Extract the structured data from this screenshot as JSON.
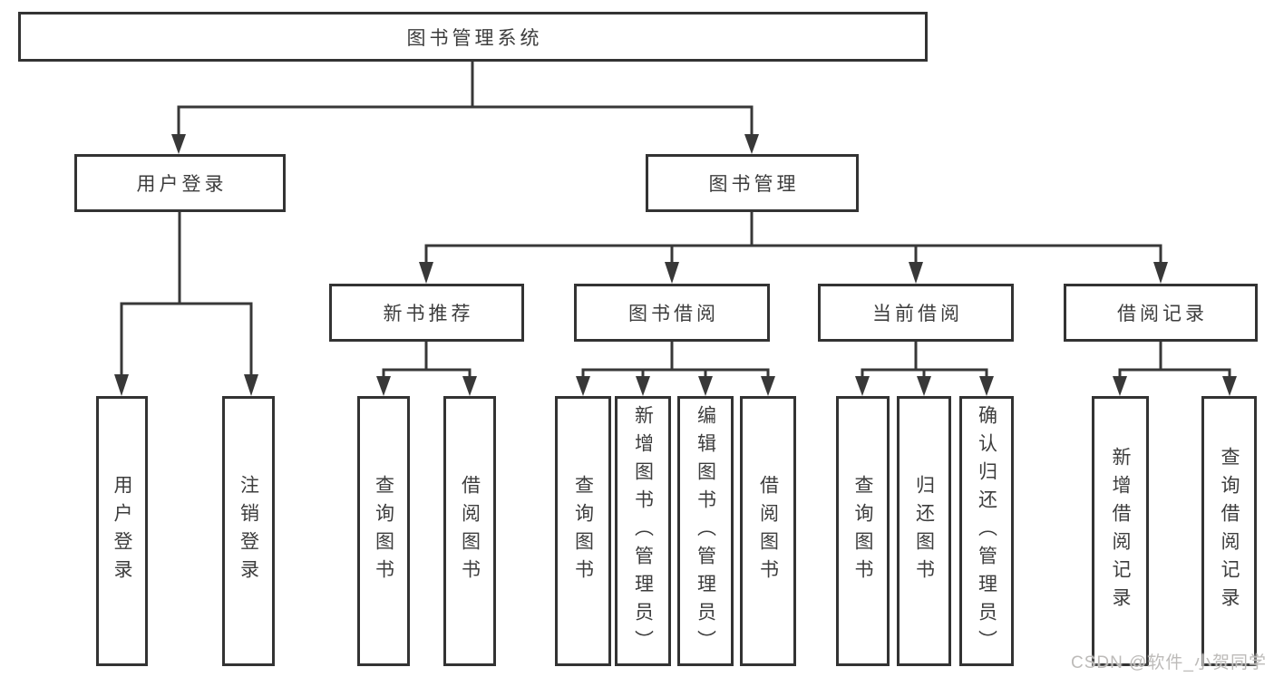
{
  "diagram": {
    "root": {
      "label": "图书管理系统"
    },
    "level2": [
      {
        "label": "用户登录"
      },
      {
        "label": "图书管理"
      }
    ],
    "level3": [
      {
        "label": "新书推荐"
      },
      {
        "label": "图书借阅"
      },
      {
        "label": "当前借阅"
      },
      {
        "label": "借阅记录"
      }
    ],
    "leaves": {
      "user_login": [
        {
          "label": "用户登录"
        },
        {
          "label": "注销登录"
        }
      ],
      "new_book_recommendation": [
        {
          "label": "查询图书"
        },
        {
          "label": "借阅图书"
        }
      ],
      "book_borrowing": [
        {
          "label": "查询图书"
        },
        {
          "label": "新增图书（管理员）"
        },
        {
          "label": "编辑图书（管理员）"
        },
        {
          "label": "借阅图书"
        }
      ],
      "current_borrowing": [
        {
          "label": "查询图书"
        },
        {
          "label": "归还图书"
        },
        {
          "label": "确认归还（管理员）"
        }
      ],
      "borrowing_records": [
        {
          "label": "新增借阅记录"
        },
        {
          "label": "查询借阅记录"
        }
      ]
    },
    "colors": {
      "line": "#383838",
      "box_border": "#333333",
      "text": "#3d3d3d",
      "background": "#ffffff",
      "watermark": "#bdbbb9"
    }
  },
  "watermark": {
    "text": "CSDN @软件_小贺同学"
  }
}
